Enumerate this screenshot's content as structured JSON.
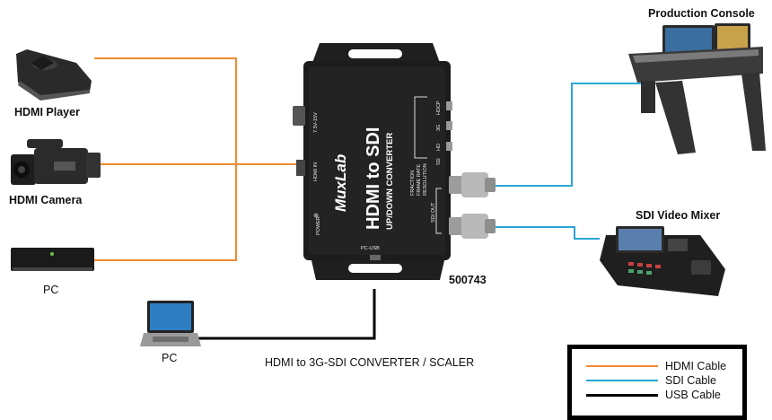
{
  "devices": {
    "hdmi_player": "HDMI Player",
    "hdmi_camera": "HDMI Camera",
    "pc_source": "PC",
    "pc_usb": "PC",
    "production_console": "Production Console",
    "sdi_video_mixer": "SDI Video Mixer"
  },
  "converter": {
    "brand": "MuxLab",
    "title": "HDMI to SDI",
    "subtitle": "UP/DOWN CONVERTER",
    "power_input": "7.5V-15V",
    "port_hdmi_in": "HDMI IN",
    "port_pc_usb": "PC-USB",
    "led_power": "POWER",
    "switch_hdcp": "HDCP",
    "switch_3g": "3G",
    "switch_hd": "HD",
    "switch_sd": "SD",
    "setting_fraction": "FRACTION",
    "setting_frame_rate": "FRAME RATE",
    "setting_resolution": "RESOLUTION",
    "port_sdi_out": "SDI OUT"
  },
  "model_number": "500743",
  "caption": "HDMI to 3G-SDI CONVERTER / SCALER",
  "legend": {
    "items": [
      {
        "label": "HDMI Cable",
        "color": "#f28a2e"
      },
      {
        "label": "SDI Cable",
        "color": "#2aa6d6"
      },
      {
        "label": "USB Cable",
        "color": "#000000"
      }
    ]
  },
  "colors": {
    "hdmi": "#f28a2e",
    "sdi": "#2aa6d6",
    "usb": "#000000",
    "device_body": "#1c1c1c"
  }
}
